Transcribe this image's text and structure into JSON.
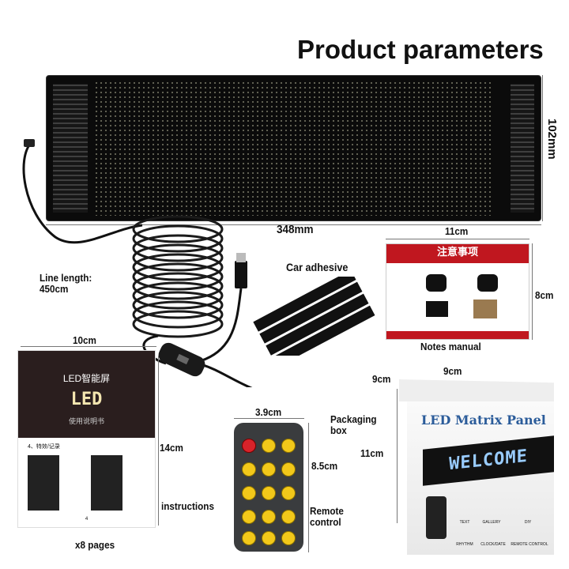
{
  "title": "Product parameters",
  "panel": {
    "width_label": "348mm",
    "height_label": "102mm"
  },
  "cable": {
    "label_line1": "Line length:",
    "label_line2": "450cm"
  },
  "adhesive": {
    "label": "Car adhesive"
  },
  "notes_manual": {
    "header": "注意事项",
    "width_label": "11cm",
    "height_label": "8cm",
    "label": "Notes manual"
  },
  "instructions": {
    "cover_title": "LED智能屏",
    "cover_big": "LED",
    "cover_sub": "使用说明书",
    "page_heading": "4、特效/记录",
    "page_number": "4",
    "width_label": "10cm",
    "height_label": "14cm",
    "label": "instructions",
    "pages_label": "x8 pages"
  },
  "remote": {
    "width_label": "3.9cm",
    "height_label": "8.5cm",
    "label_line1": "Remote",
    "label_line2": "control"
  },
  "packaging": {
    "label_line1": "Packaging",
    "label_line2": "box",
    "box_title": "LED Matrix Panel",
    "box_banner": "WELCOME",
    "width_label": "9cm",
    "depth_label": "9cm",
    "height_label": "11cm",
    "features": [
      "TEXT",
      "GALLERY",
      "DIY",
      "RHYTHM",
      "CLOCK/DATE",
      "REMOTE CONTROL"
    ]
  },
  "colors": {
    "manual_red": "#c0171f",
    "remote_button": "#f2c81a",
    "power_button": "#d8232a"
  }
}
